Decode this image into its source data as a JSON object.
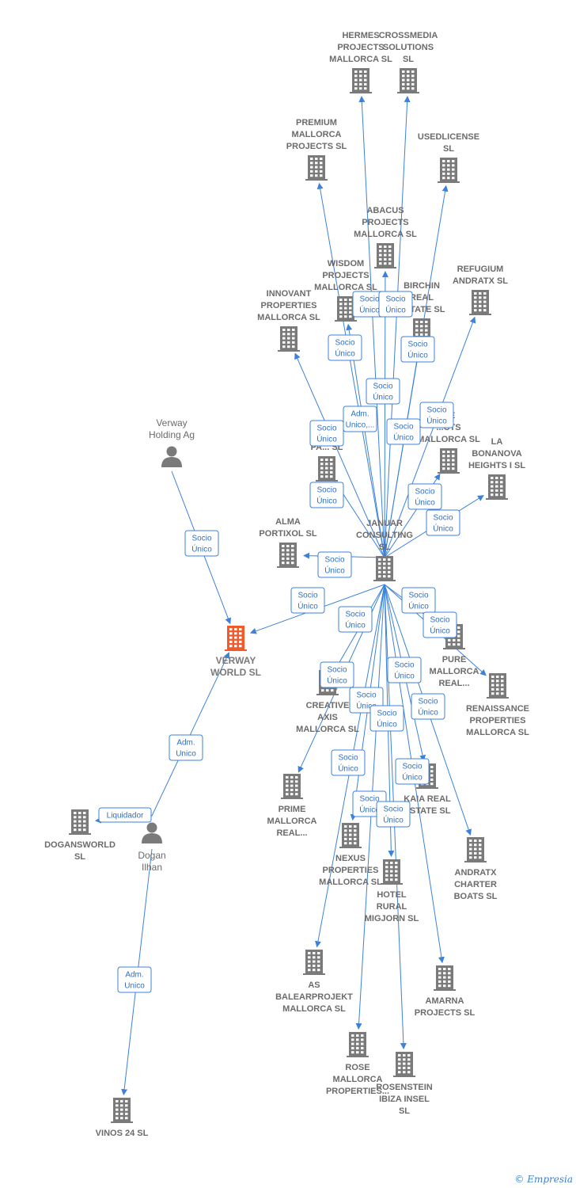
{
  "colors": {
    "edge": "#3b82d8",
    "node": "#7a7a7a",
    "focus": "#f15a2b",
    "label": "#6b6b6b"
  },
  "footer": {
    "copyright": "©",
    "brand": "Empresia"
  },
  "nodes": [
    {
      "id": "hermes",
      "type": "company",
      "lines": [
        "HERMES",
        "PROJECTS",
        "MALLORCA  SL"
      ]
    },
    {
      "id": "crossmedia",
      "type": "company",
      "lines": [
        "CROSSMEDIA",
        "SOLUTIONS",
        "SL"
      ]
    },
    {
      "id": "premium",
      "type": "company",
      "lines": [
        "PREMIUM",
        "MALLORCA",
        "PROJECTS  SL"
      ]
    },
    {
      "id": "usedlicense",
      "type": "company",
      "lines": [
        "USEDLICENSE",
        "SL"
      ]
    },
    {
      "id": "abacus",
      "type": "company",
      "lines": [
        "ABACUS",
        "PROJECTS",
        "MALLORCA  SL"
      ]
    },
    {
      "id": "refugium",
      "type": "company",
      "lines": [
        "REFUGIUM",
        "ANDRATX  SL"
      ]
    },
    {
      "id": "wisdom",
      "type": "company",
      "lines": [
        "WISDOM",
        "PROJECTS",
        "MALLORCA  SL"
      ]
    },
    {
      "id": "birchin",
      "type": "company",
      "lines": [
        "BIRCHIN",
        "REAL",
        "ESTATE  SL"
      ]
    },
    {
      "id": "innovant",
      "type": "company",
      "lines": [
        "INNOVANT",
        "PROPERTIES",
        "MALLORCA  SL"
      ]
    },
    {
      "id": "canfr",
      "type": "company",
      "lines": [
        "CAN",
        "FR...",
        "PA...  SL"
      ]
    },
    {
      "id": "eprojects",
      "type": "company",
      "lines": [
        "...E",
        "...CTS",
        "MALLORCA  SL"
      ]
    },
    {
      "id": "labonanova",
      "type": "company",
      "lines": [
        "LA",
        "BONANOVA",
        "HEIGHTS I  SL"
      ]
    },
    {
      "id": "verway_holding",
      "type": "person",
      "lines": [
        "Verway",
        "Holding Ag"
      ]
    },
    {
      "id": "alma",
      "type": "company",
      "lines": [
        "ALMA",
        "PORTIXOL  SL"
      ]
    },
    {
      "id": "januar",
      "type": "company",
      "lines": [
        "JANUAR",
        "CONSULTING",
        "SL"
      ]
    },
    {
      "id": "verway_world",
      "type": "focus",
      "lines": [
        "VERWAY",
        "WORLD  SL"
      ]
    },
    {
      "id": "pure",
      "type": "company",
      "lines": [
        "PURE",
        "MALLORCA",
        "REAL..."
      ]
    },
    {
      "id": "renaissance",
      "type": "company",
      "lines": [
        "RENAISSANCE",
        "PROPERTIES",
        "MALLORCA  SL"
      ]
    },
    {
      "id": "creative",
      "type": "company",
      "lines": [
        "CREATIVE",
        "AXIS",
        "MALLORCA  SL"
      ]
    },
    {
      "id": "doganworld",
      "type": "company",
      "lines": [
        "DOGANSWORLD",
        "SL"
      ]
    },
    {
      "id": "dogan",
      "type": "person",
      "lines": [
        "Dogan",
        "Ilhan"
      ]
    },
    {
      "id": "prime",
      "type": "company",
      "lines": [
        "PRIME",
        "MALLORCA",
        "REAL..."
      ]
    },
    {
      "id": "kaia",
      "type": "company",
      "lines": [
        "KAIA REAL",
        "ESTATE  SL"
      ]
    },
    {
      "id": "nexus",
      "type": "company",
      "lines": [
        "NEXUS",
        "PROPERTIES",
        "MALLORCA  SL"
      ]
    },
    {
      "id": "hotel",
      "type": "company",
      "lines": [
        "HOTEL",
        "RURAL",
        "MIGJORN  SL"
      ]
    },
    {
      "id": "andratx",
      "type": "company",
      "lines": [
        "ANDRATX",
        "CHARTER",
        "BOATS  SL"
      ]
    },
    {
      "id": "as",
      "type": "company",
      "lines": [
        "AS",
        "BALEARPROJEKT",
        "MALLORCA  SL"
      ]
    },
    {
      "id": "amarna",
      "type": "company",
      "lines": [
        "AMARNA",
        "PROJECTS  SL"
      ]
    },
    {
      "id": "rose",
      "type": "company",
      "lines": [
        "ROSE",
        "MALLORCA",
        "PROPERTIES..."
      ]
    },
    {
      "id": "rosenstein",
      "type": "company",
      "lines": [
        "ROSENSTEIN",
        "IBIZA INSEL",
        "SL"
      ]
    },
    {
      "id": "vinos",
      "type": "company",
      "lines": [
        "VINOS 24 SL"
      ]
    }
  ],
  "edges": [
    {
      "from": "januar",
      "to": "hermes",
      "label": [
        "Socio",
        "Único"
      ]
    },
    {
      "from": "januar",
      "to": "crossmedia",
      "label": [
        "Socio",
        "Único"
      ]
    },
    {
      "from": "januar",
      "to": "premium",
      "label": [
        "Socio",
        "Único"
      ]
    },
    {
      "from": "januar",
      "to": "usedlicense",
      "label": [
        "Socio",
        "Único"
      ]
    },
    {
      "from": "januar",
      "to": "abacus",
      "label": [
        "Socio",
        "Único"
      ]
    },
    {
      "from": "januar",
      "to": "refugium",
      "label": [
        "Socio",
        "Único"
      ]
    },
    {
      "from": "januar",
      "to": "wisdom",
      "label": [
        "Adm.",
        "Unico,..."
      ]
    },
    {
      "from": "januar",
      "to": "birchin",
      "label": [
        "Socio",
        "Único"
      ]
    },
    {
      "from": "januar",
      "to": "innovant",
      "label": [
        "Socio",
        "Único"
      ]
    },
    {
      "from": "januar",
      "to": "canfr",
      "label": [
        "Socio",
        "Único"
      ]
    },
    {
      "from": "januar",
      "to": "eprojects",
      "label": [
        "Socio",
        "Único"
      ]
    },
    {
      "from": "januar",
      "to": "labonanova",
      "label": [
        "Socio",
        "Único"
      ]
    },
    {
      "from": "verway_holding",
      "to": "verway_world",
      "label": [
        "Socio",
        "Único"
      ]
    },
    {
      "from": "januar",
      "to": "alma",
      "label": [
        "Socio",
        "Único"
      ]
    },
    {
      "from": "januar",
      "to": "verway_world",
      "label": [
        "Socio",
        "Único"
      ]
    },
    {
      "from": "januar",
      "to": "pure",
      "label": [
        "Socio",
        "Único"
      ]
    },
    {
      "from": "januar",
      "to": "renaissance",
      "label": [
        "Socio",
        "Único"
      ]
    },
    {
      "from": "januar",
      "to": "creative",
      "label": [
        "Socio",
        "Único"
      ]
    },
    {
      "from": "dogan",
      "to": "verway_world",
      "label": [
        "Adm.",
        "Unico"
      ]
    },
    {
      "from": "dogan",
      "to": "doganworld",
      "label": [
        "Liquidador"
      ]
    },
    {
      "from": "januar",
      "to": "prime",
      "label": [
        "Socio",
        "Único"
      ]
    },
    {
      "from": "januar",
      "to": "kaia",
      "label": [
        "Socio",
        "Único"
      ]
    },
    {
      "from": "januar",
      "to": "nexus",
      "label": [
        "Socio",
        "Único"
      ]
    },
    {
      "from": "januar",
      "to": "hotel",
      "label": [
        "Socio",
        "Único"
      ]
    },
    {
      "from": "januar",
      "to": "andratx",
      "label": [
        "Socio",
        "Único"
      ]
    },
    {
      "from": "januar",
      "to": "as",
      "label": [
        "Socio",
        "Único"
      ]
    },
    {
      "from": "januar",
      "to": "amarna",
      "label": [
        "Socio",
        "Único"
      ]
    },
    {
      "from": "januar",
      "to": "rose",
      "label": [
        "Socio",
        "Único"
      ]
    },
    {
      "from": "januar",
      "to": "rosenstein",
      "label": [
        "Socio",
        "Único"
      ]
    },
    {
      "from": "dogan",
      "to": "vinos",
      "label": [
        "Adm.",
        "Unico"
      ]
    }
  ]
}
